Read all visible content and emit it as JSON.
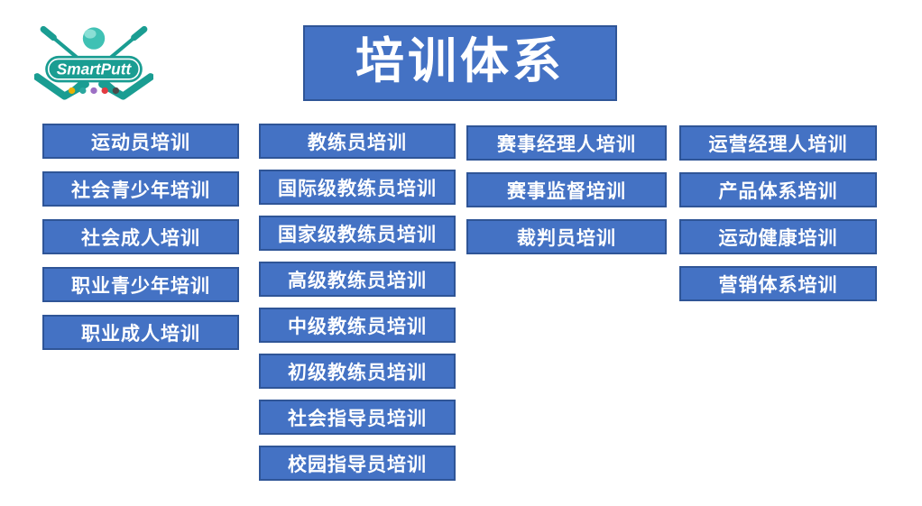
{
  "title": {
    "text": "培训体系"
  },
  "logo": {
    "brand": "SmartPutt",
    "teal": "#1A9D92",
    "ball_fill": "#3FC1B4",
    "ball_highlight": "#8ADFD5",
    "dot_colors": [
      "#E9B104",
      "#2AA79E",
      "#9C6FC4",
      "#E23B41",
      "#4A4A4A"
    ]
  },
  "colors": {
    "page_bg": "#FFFFFF",
    "box_fill": "#4472C4",
    "box_border": "#2F5597",
    "box_text": "#FFFFFF"
  },
  "columns": [
    {
      "name": "athlete-training",
      "items": [
        "运动员培训",
        "社会青少年培训",
        "社会成人培训",
        "职业青少年培训",
        "职业成人培训"
      ]
    },
    {
      "name": "coach-training",
      "items": [
        "教练员培训",
        "国际级教练员培训",
        "国家级教练员培训",
        "高级教练员培训",
        "中级教练员培训",
        "初级教练员培训",
        "社会指导员培训",
        "校园指导员培训"
      ]
    },
    {
      "name": "event-training",
      "items": [
        "赛事经理人培训",
        "赛事监督培训",
        "裁判员培训"
      ]
    },
    {
      "name": "operation-training",
      "items": [
        "运营经理人培训",
        "产品体系培训",
        "运动健康培训",
        "营销体系培训"
      ]
    }
  ]
}
